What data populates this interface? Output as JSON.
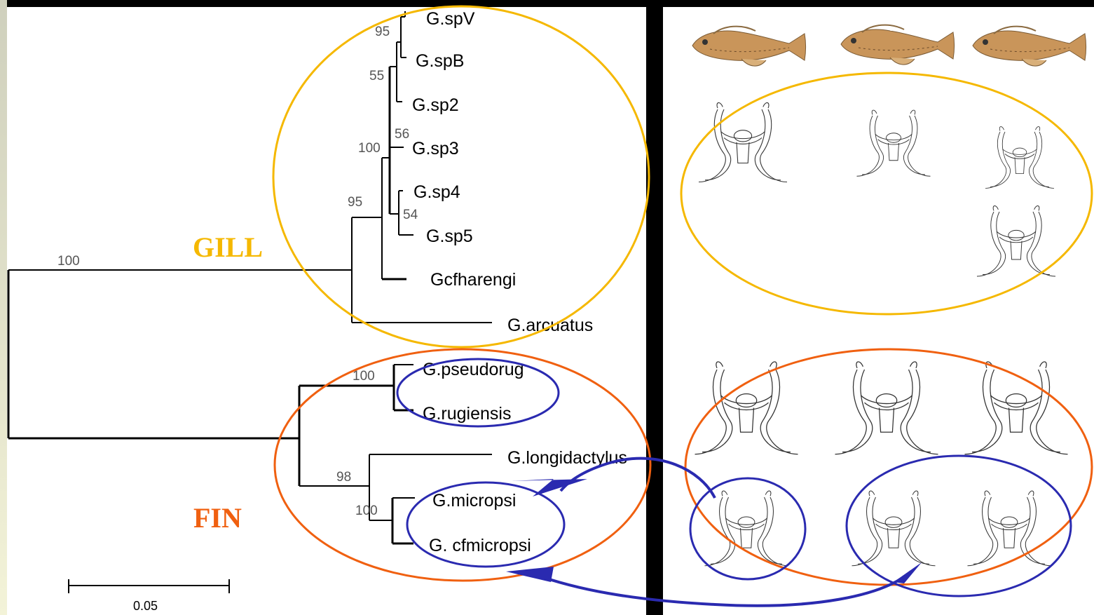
{
  "taxa": {
    "spV": "G.spV",
    "spB": "G.spB",
    "sp2": "G.sp2",
    "sp3": "G.sp3",
    "sp4": "G.sp4",
    "sp5": "G.sp5",
    "cfharengi": "Gcfharengi",
    "arcuatus": "G.arcuatus",
    "pseudorug": "G.pseudorug",
    "rugiensis": "G.rugiensis",
    "longidactylus": "G.longidactylus",
    "micropsi": "G.micropsi",
    "cfmicropsi": "G. cfmicropsi"
  },
  "bootstrap": {
    "root": "100",
    "spV_spB": "95",
    "spB_sp2": "55",
    "sp3_node": "56",
    "ingroup": "100",
    "gill_clade": "95",
    "sp4_sp5": "54",
    "pseudorug_rugiensis": "100",
    "micropsi_clade": "98",
    "micropsi_pair": "100"
  },
  "groups": {
    "gill": "GILL",
    "fin": "FIN"
  },
  "scale_bar": {
    "label": "0.05"
  },
  "colors": {
    "gill": "#f5b800",
    "fin": "#f06010",
    "highlight": "#2a2ab0",
    "gill_text": "#f5b800",
    "fin_text": "#f06010"
  }
}
